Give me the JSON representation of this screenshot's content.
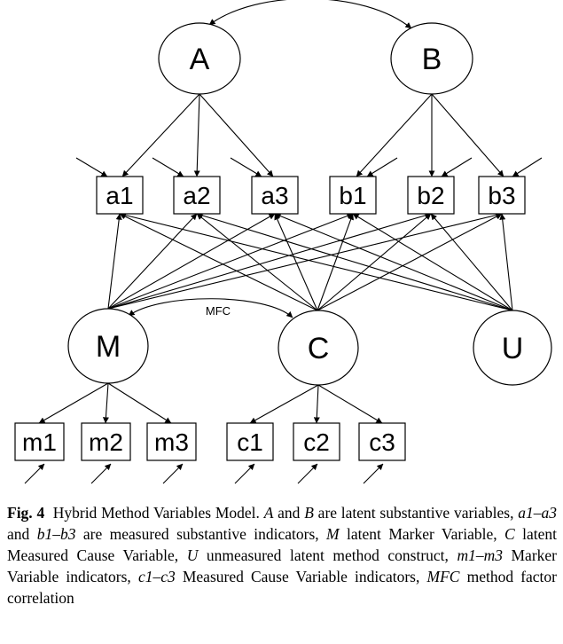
{
  "latent": {
    "A": "A",
    "B": "B",
    "M": "M",
    "C": "C",
    "U": "U"
  },
  "indicators": {
    "a": [
      "a1",
      "a2",
      "a3"
    ],
    "b": [
      "b1",
      "b2",
      "b3"
    ],
    "m": [
      "m1",
      "m2",
      "m3"
    ],
    "c": [
      "c1",
      "c2",
      "c3"
    ]
  },
  "mfc_label": "MFC",
  "caption": {
    "figure": "Fig. 4",
    "parts": [
      {
        "t": "Hybrid Method Variables Model. ",
        "i": false
      },
      {
        "t": "A",
        "i": true
      },
      {
        "t": " and ",
        "i": false
      },
      {
        "t": "B",
        "i": true
      },
      {
        "t": " are latent substantive variables, ",
        "i": false
      },
      {
        "t": "a1–a3",
        "i": true
      },
      {
        "t": " and ",
        "i": false
      },
      {
        "t": "b1–b3",
        "i": true
      },
      {
        "t": " are measured substantive indicators, ",
        "i": false
      },
      {
        "t": "M",
        "i": true
      },
      {
        "t": " latent Marker Variable, ",
        "i": false
      },
      {
        "t": "C",
        "i": true
      },
      {
        "t": " latent Measured Cause Variable, ",
        "i": false
      },
      {
        "t": "U",
        "i": true
      },
      {
        "t": " unmeasured latent method construct, ",
        "i": false
      },
      {
        "t": "m1–m3",
        "i": true
      },
      {
        "t": " Marker Variable indicators, ",
        "i": false
      },
      {
        "t": "c1–c3",
        "i": true
      },
      {
        "t": " Measured Cause Variable indicators, ",
        "i": false
      },
      {
        "t": "MFC",
        "i": true
      },
      {
        "t": " method factor correlation",
        "i": false
      }
    ]
  }
}
